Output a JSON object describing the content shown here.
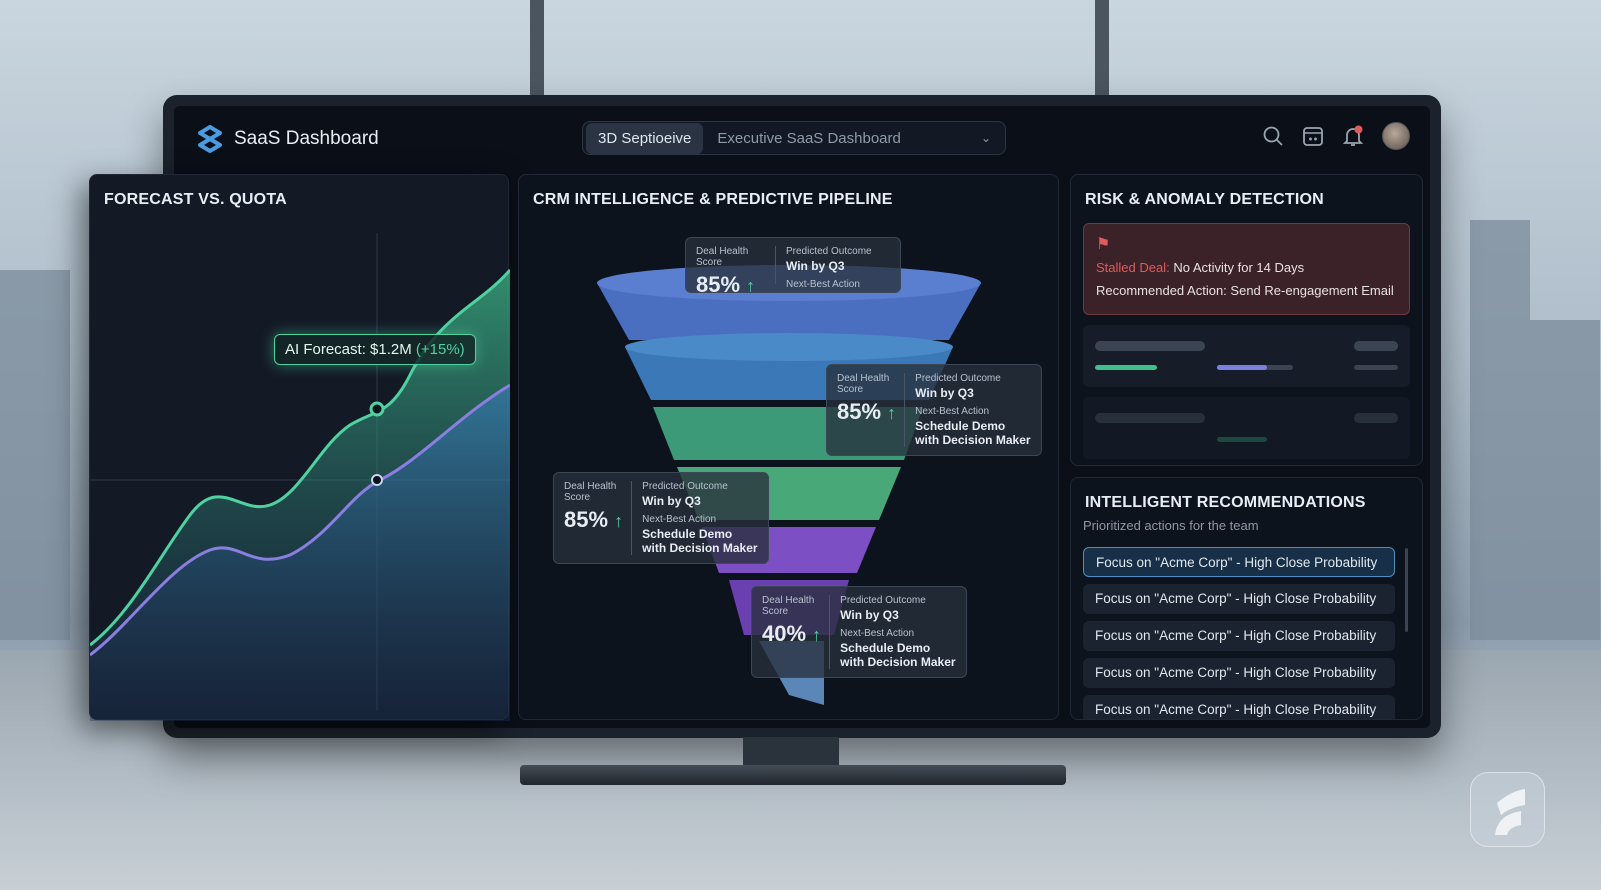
{
  "header": {
    "app_title": "SaaS Dashboard",
    "view_pill": "3D Septioeive",
    "dashboard_select": "Executive SaaS Dashboard",
    "icons": [
      "search-icon",
      "calendar-icon",
      "bell-icon",
      "avatar"
    ],
    "notification_color": "#e05c5c"
  },
  "forecast": {
    "title": "FORECAST VS. QUOTA",
    "badge_label": "AI Forecast: $1.2M",
    "badge_delta": "(+15%)",
    "accent": "#4fd1a0"
  },
  "crm": {
    "title": "CRM INTELLIGENCE & PREDICTIVE PIPELINE",
    "cards": [
      {
        "score_label": "Deal Health Score",
        "score": "85%",
        "outcome_label": "Predicted Outcome",
        "outcome": "Win by Q3",
        "action_label": "Next-Best Action",
        "action": ""
      },
      {
        "score_label": "Deal Health Score",
        "score": "85%",
        "outcome_label": "Predicted Outcome",
        "outcome": "Win by Q3",
        "action_label": "Next-Best Action",
        "action": "Schedule Demo with Decision Maker"
      },
      {
        "score_label": "Deal Health Score",
        "score": "85%",
        "outcome_label": "Predicted Outcome",
        "outcome": "Win by Q3",
        "action_label": "Next-Best Action",
        "action": "Schedule Demo with Decision Maker"
      },
      {
        "score_label": "Deal Health Score",
        "score": "40%",
        "outcome_label": "Predicted Outcome",
        "outcome": "Win by Q3",
        "action_label": "Next-Best Action",
        "action": "Schedule Demo with Decision Maker"
      }
    ],
    "funnel_colors": [
      "#4a6fc0",
      "#3a78b8",
      "#3d9a78",
      "#48a878",
      "#7d4fc4",
      "#6a3fb0",
      "#5a86b8"
    ]
  },
  "risk": {
    "title": "RISK & ANOMALY DETECTION",
    "alert_type": "Stalled Deal:",
    "alert_text": "No Activity for 14 Days",
    "action_label": "Recommended Action:",
    "action_text": "Send Re-engagement Email",
    "alert_color": "#e05c5c"
  },
  "recommendations": {
    "title": "INTELLIGENT RECOMMENDATIONS",
    "subtitle": "Prioritized actions for the team",
    "items": [
      "Focus on \"Acme Corp\" - High Close Probability",
      "Focus on \"Acme Corp\" - High Close Probability",
      "Focus on \"Acme Corp\" - High Close Probability",
      "Focus on \"Acme Corp\" - High Close Probability",
      "Focus on \"Acme Corp\" - High Close Probability"
    ]
  }
}
